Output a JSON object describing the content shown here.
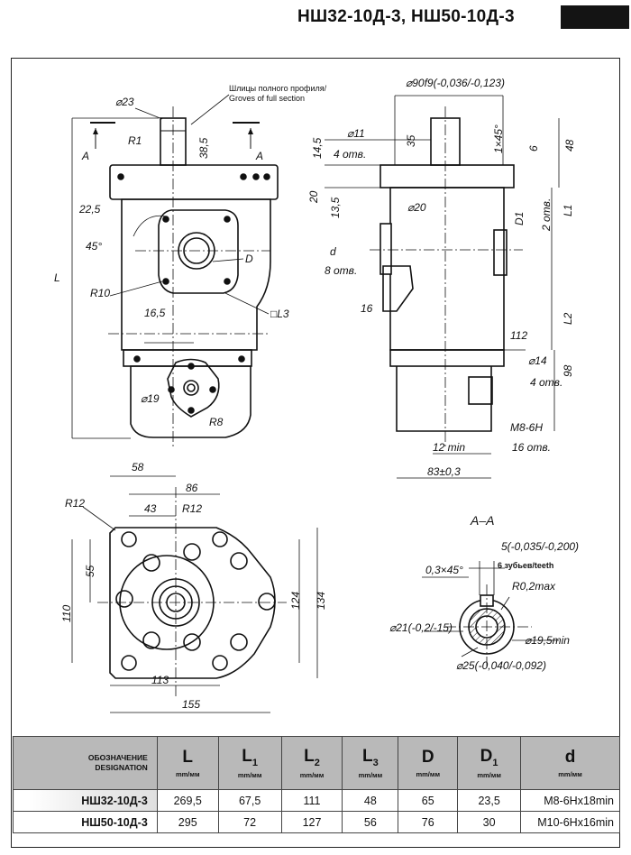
{
  "header": {
    "title": "НШ32-10Д-3, НШ50-10Д-3"
  },
  "drawing": {
    "note_grooves": [
      "Шлицы полного профиля/",
      "Groves of full section"
    ],
    "section_label": "A–A",
    "section_marks": [
      "A",
      "A"
    ],
    "front_view_dims": [
      "⌀23",
      "R1",
      "38,5",
      "22,5",
      "45°",
      "R10",
      "D",
      "16,5",
      "□L3",
      "⌀19",
      "R8",
      "L"
    ],
    "side_view_dims": [
      "⌀90f9(-0,036/-0,123)",
      "14,5",
      "⌀11",
      "4 отв.",
      "35",
      "1×45°",
      "6",
      "48",
      "20",
      "13,5",
      "⌀20",
      "D1",
      "2 отв.",
      "L1",
      "d",
      "8 отв.",
      "16",
      "112",
      "L2",
      "⌀14",
      "4 отв.",
      "98",
      "M8-6H",
      "12 min",
      "16 отв.",
      "83±0,3"
    ],
    "bottom_view_dims": [
      "58",
      "86",
      "43",
      "R12",
      "R12",
      "55",
      "110",
      "124",
      "134",
      "113",
      "155"
    ],
    "section_dims": [
      "5(-0,035/-0,200)",
      "0,3×45°",
      "6 зубьев/teeth",
      "R0,2max",
      "⌀21(-0,2/-15)",
      "⌀19,5min",
      "⌀25(-0,040/-0,092)"
    ]
  },
  "table": {
    "designation_label": [
      "ОБОЗНАЧЕНИЕ",
      "DESIGNATION"
    ],
    "columns": [
      {
        "symbol": "L",
        "sub": "",
        "unit": "mm/мм"
      },
      {
        "symbol": "L",
        "sub": "1",
        "unit": "mm/мм"
      },
      {
        "symbol": "L",
        "sub": "2",
        "unit": "mm/мм"
      },
      {
        "symbol": "L",
        "sub": "3",
        "unit": "mm/мм"
      },
      {
        "symbol": "D",
        "sub": "",
        "unit": "mm/мм"
      },
      {
        "symbol": "D",
        "sub": "1",
        "unit": "mm/мм"
      },
      {
        "symbol": "d",
        "sub": "",
        "unit": "mm/мм"
      }
    ],
    "rows": [
      {
        "name": "НШ32-10Д-3",
        "L": "269,5",
        "L1": "67,5",
        "L2": "111",
        "L3": "48",
        "D": "65",
        "D1": "23,5",
        "d": "M8-6Hx18min"
      },
      {
        "name": "НШ50-10Д-3",
        "L": "295",
        "L1": "72",
        "L2": "127",
        "L3": "56",
        "D": "76",
        "D1": "30",
        "d": "M10-6Hx16min"
      }
    ]
  }
}
